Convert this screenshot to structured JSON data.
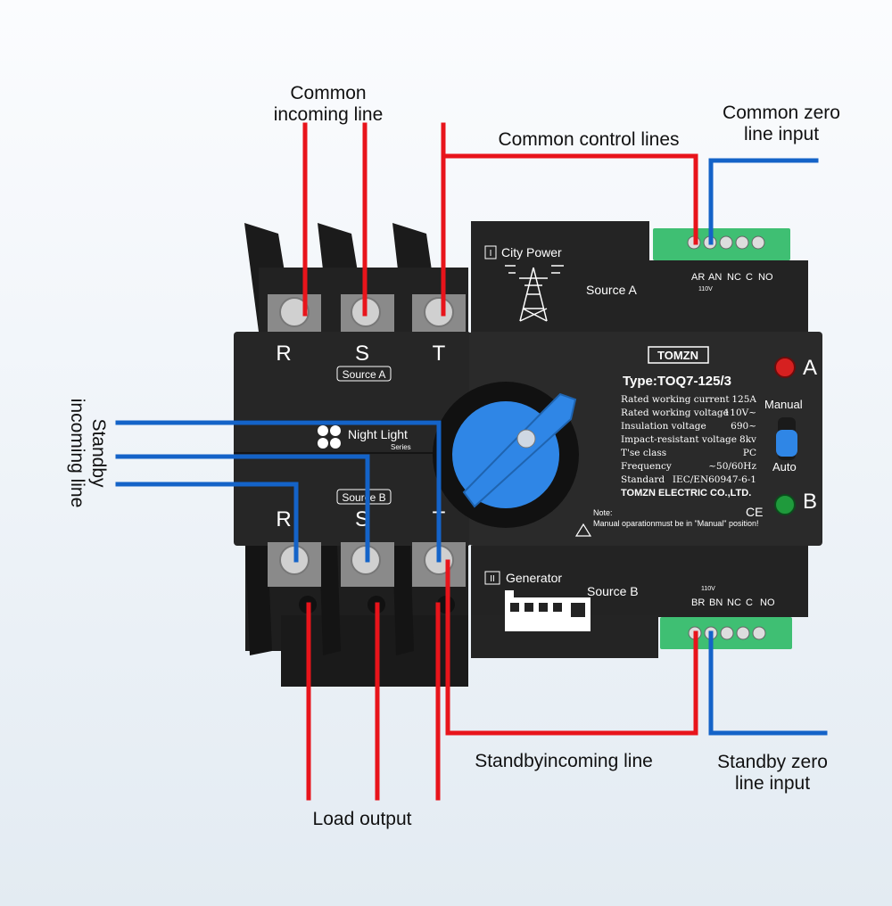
{
  "annotations": {
    "common_incoming": [
      "Common",
      "incoming line"
    ],
    "common_control": "Common control lines",
    "common_zero": [
      "Common zero",
      "line input"
    ],
    "standby_incoming_side": [
      "Standby",
      "incoming line"
    ],
    "standby_incoming_bottom": "Standbyincoming line",
    "standby_zero": [
      "Standby zero",
      "line input"
    ],
    "load_output": "Load output"
  },
  "device": {
    "brand": "TOMZN",
    "type": "Type:TOQ7-125/3",
    "specs": [
      {
        "label": "Rated working current",
        "value": "125A"
      },
      {
        "label": "Rated working voltage",
        "value": "110V~"
      },
      {
        "label": "Insulation voltage",
        "value": "690~"
      },
      {
        "label": "Impact-resistant voltage",
        "value": "8kv"
      },
      {
        "label": "T'se class",
        "value": "PC"
      },
      {
        "label": "Frequency",
        "value": "~50/60Hz"
      },
      {
        "label": "Standard",
        "value": "IEC/EN60947-6-1"
      }
    ],
    "maker": "TOMZN ELECTRIC CO.,LTD.",
    "ce": "CE",
    "note_title": "Note:",
    "note_text": "Manual oparationmust be in \"Manual\" position!",
    "indicator_a": "A",
    "indicator_b": "B",
    "mode_manual": "Manual",
    "mode_auto": "Auto",
    "phases_top": [
      "R",
      "S",
      "T"
    ],
    "phases_bottom": [
      "R",
      "S",
      "T"
    ],
    "source_a_badge": "Source A",
    "source_b_badge": "Source B",
    "series_name": "Night Light",
    "series_sub": "Series",
    "city_power": "City Power",
    "city_power_num": "I",
    "generator": "Generator",
    "generator_num": "II",
    "source_a": "Source A",
    "source_b": "Source B",
    "terminal_labels_top": [
      "AR",
      "AN",
      "NC",
      "C",
      "NO"
    ],
    "terminal_labels_bottom": [
      "BR",
      "BN",
      "NC",
      "C",
      "NO"
    ],
    "voltage_tag": "110V",
    "colors": {
      "red_wire": "#e8141b",
      "blue_wire": "#1463c8",
      "knob": "#2f86e6",
      "terminal_block": "#3fbf73",
      "led_a": "#d62020",
      "led_b": "#1f9a3c"
    }
  }
}
